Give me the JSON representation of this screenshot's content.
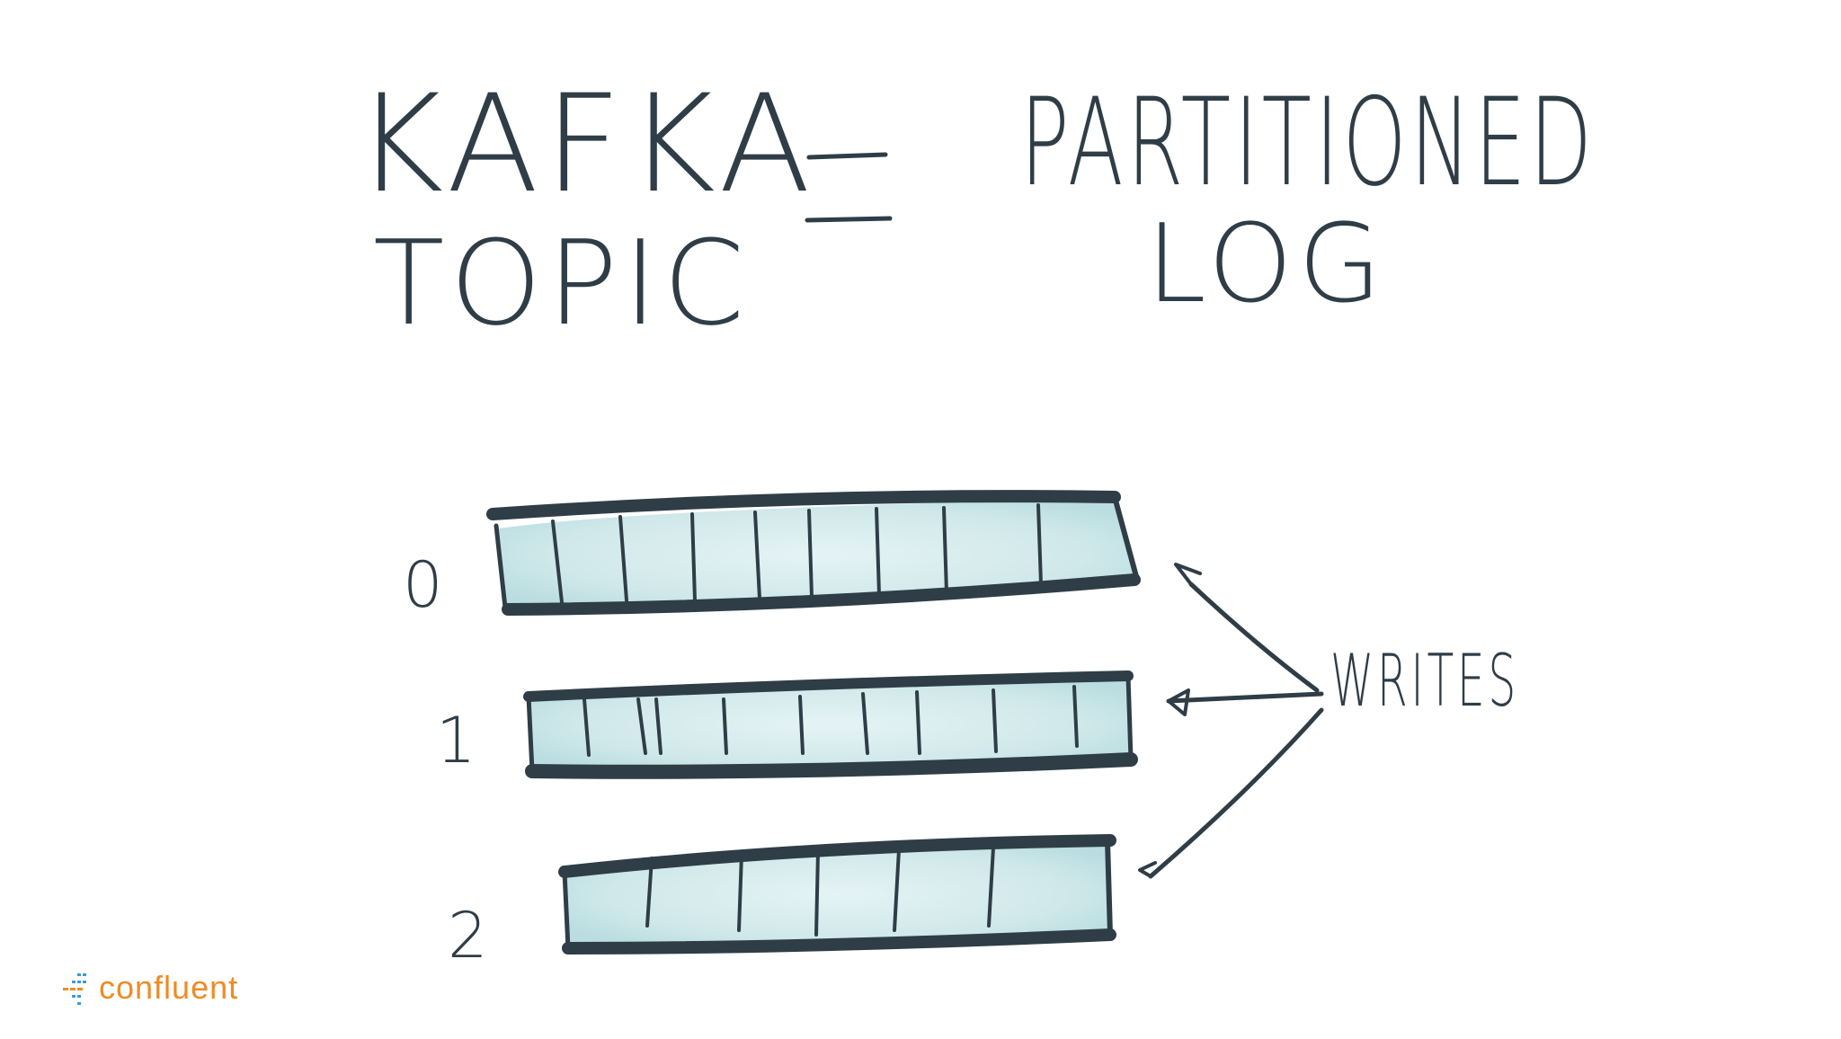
{
  "title": {
    "left_line1": "KAFKA",
    "left_line2": "TOPIC",
    "equals": "=",
    "right_line1": "PARTITIONED",
    "right_line2": "LOG"
  },
  "partitions": [
    {
      "label": "0"
    },
    {
      "label": "1"
    },
    {
      "label": "2"
    }
  ],
  "writes_label": "WRITES",
  "brand": {
    "name": "confluent",
    "color": "#f08a24",
    "dot_color": "#3a9bd5"
  },
  "colors": {
    "ink": "#2f3d47",
    "fill": "#cfe8ea"
  }
}
